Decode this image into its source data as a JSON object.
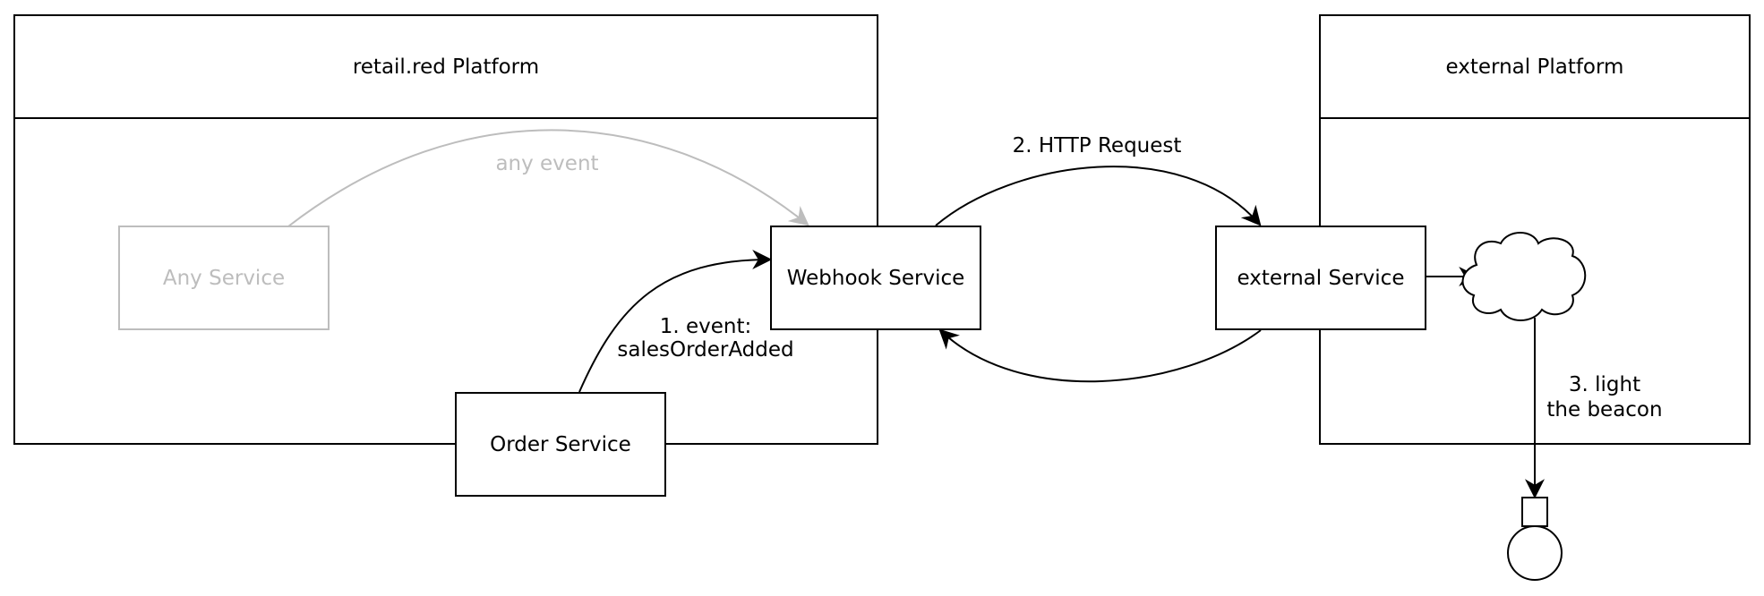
{
  "platforms": {
    "retail": {
      "title": "retail.red Platform"
    },
    "external": {
      "title": "external Platform"
    }
  },
  "services": {
    "any": "Any Service",
    "webhook": "Webhook Service",
    "order": "Order Service",
    "external": "external Service"
  },
  "edges": {
    "any_event": "any event",
    "event_line1": "1. event:",
    "event_line2": "salesOrderAdded",
    "http_request": "2. HTTP Request",
    "beacon_line1": "3. light",
    "beacon_line2": "the beacon"
  },
  "colors": {
    "stroke": "#000000",
    "muted": "#bdbdbd",
    "background": "#ffffff"
  },
  "icons": {
    "cloud": "cloud-icon",
    "beacon": "beacon-icon"
  }
}
